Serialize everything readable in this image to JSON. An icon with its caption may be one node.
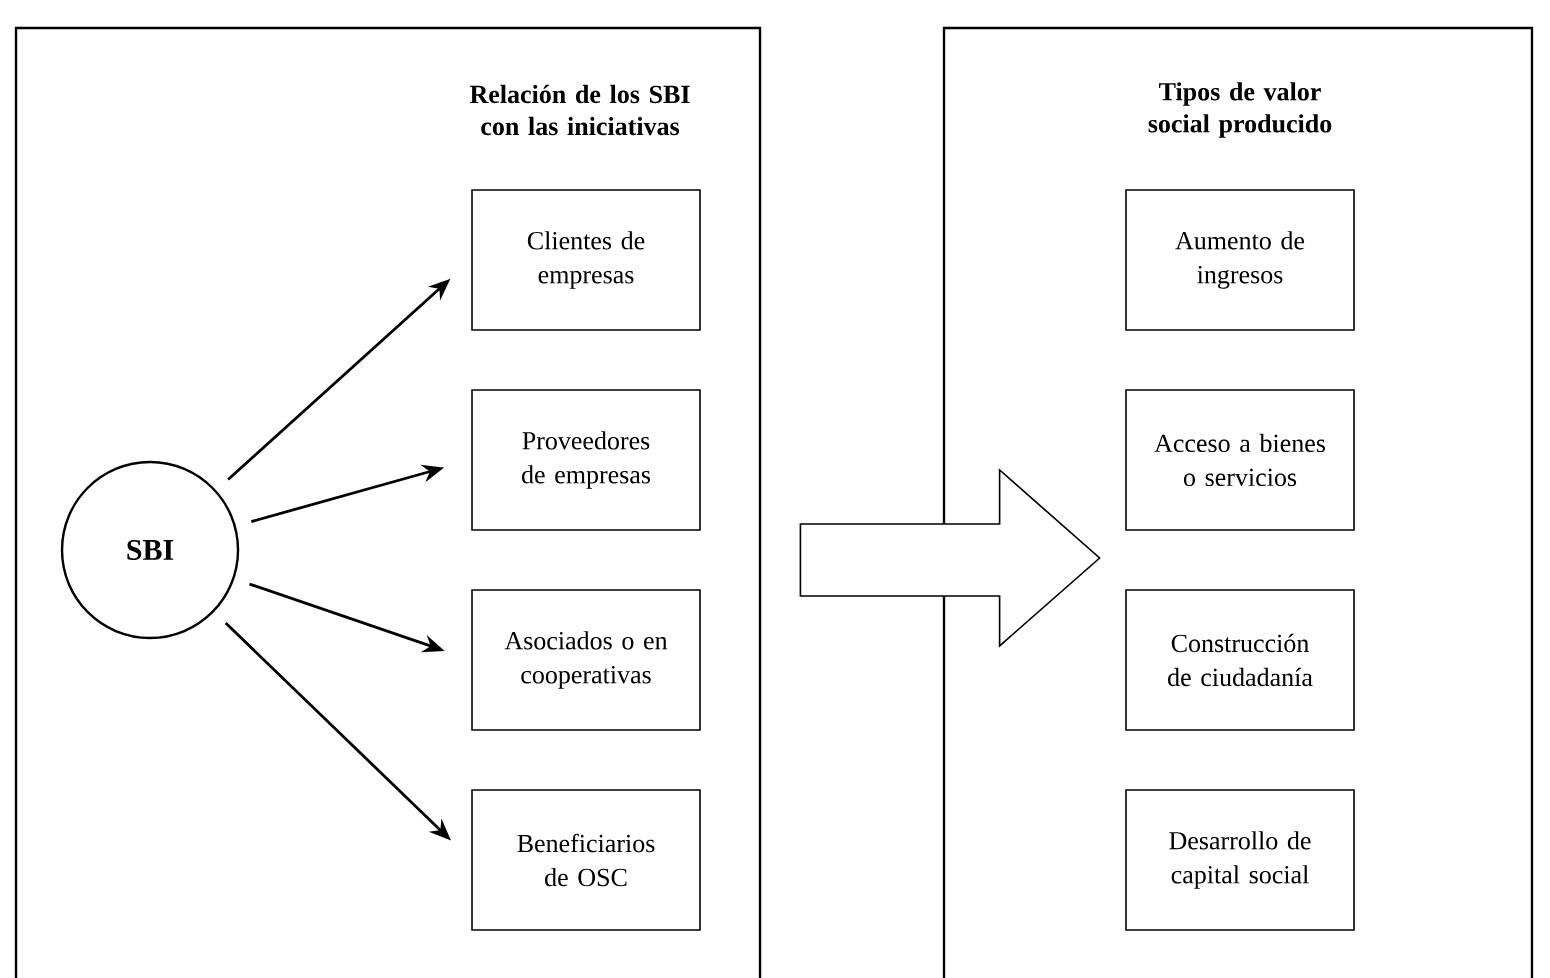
{
  "diagram": {
    "nodes": [
      {
        "text": [
          "Relación de los SBI con las iniciativas"
        ]
      },
      {
        "text": [
          "Tipos de valor social producido"
        ]
      },
      {
        "text": [
          "SBI"
        ],
        "in": 0
      },
      {
        "text": [
          "Clientes de empresas"
        ],
        "in": 0
      },
      {
        "text": [
          "Proveedores de empresas"
        ],
        "in": 0
      },
      {
        "text": [
          "Asociados o en cooperativas"
        ],
        "in": 0
      },
      {
        "text": [
          "Beneficiarios de OSC"
        ],
        "in": 0
      },
      {
        "text": [
          "Aumento de ingresos"
        ],
        "in": 1
      },
      {
        "text": [
          "Acceso a bienes o servicios"
        ],
        "in": 1
      },
      {
        "text": [
          "Construcción de ciudadanía"
        ],
        "in": 1
      },
      {
        "text": [
          "Desarrollo de capital social"
        ],
        "in": 1
      }
    ],
    "edges": [
      {
        "from": 2,
        "to": 3,
        "arrow": "to"
      },
      {
        "from": 2,
        "to": 4,
        "arrow": "to"
      },
      {
        "from": 2,
        "to": 5,
        "arrow": "to"
      },
      {
        "from": 2,
        "to": 6,
        "arrow": "to"
      },
      {
        "from": 0,
        "to": 1,
        "arrow": "to",
        "style": "thick"
      }
    ]
  }
}
